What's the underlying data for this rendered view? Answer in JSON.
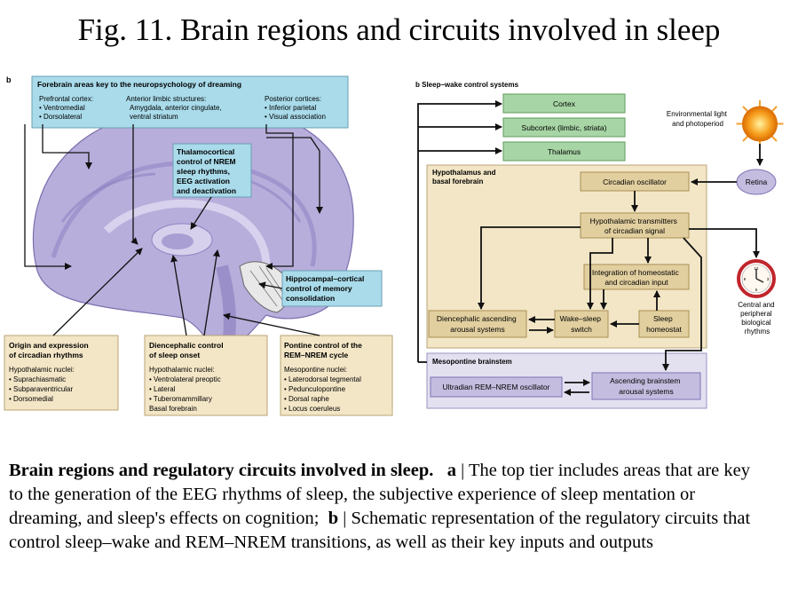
{
  "title": "Fig. 11. Brain regions and circuits involved in sleep",
  "panel_a": {
    "label": "b",
    "header": "Forebrain areas key to the neuropsychology of dreaming",
    "col1": [
      "Prefrontal cortex:",
      "• Ventromedial",
      "• Dorsolateral"
    ],
    "col2": [
      "Anterior limbic structures:",
      "Amygdala, anterior cingulate,",
      "ventral striatum"
    ],
    "col3": [
      "Posterior cortices:",
      "• Inferior parietal",
      "• Visual association"
    ],
    "thalamo": [
      "Thalamocortical",
      "control of NREM",
      "sleep rhythms,",
      "EEG activation",
      "and deactivation"
    ],
    "hippo": [
      "Hippocampal–cortical",
      "control of memory",
      "consolidation"
    ],
    "circadian_title": [
      "Origin and expression",
      "of circadian rhythms"
    ],
    "circadian_body": [
      "Hypothalamic nuclei:",
      "• Suprachiasmatic",
      "• Subparaventricular",
      "• Dorsomedial"
    ],
    "dien_title": [
      "Diencephalic control",
      "of sleep onset"
    ],
    "dien_body": [
      "Hypothalamic nuclei:",
      "• Ventrolateral preoptic",
      "• Lateral",
      "• Tuberomammillary",
      "Basal forebrain"
    ],
    "pontine_title": [
      "Pontine control of the",
      "REM–NREM cycle"
    ],
    "pontine_body": [
      "Mesopontine nuclei:",
      "• Laterodorsal tegmental",
      "• Pedunculopontine",
      "• Dorsal raphe",
      "• Locus coeruleus"
    ]
  },
  "panel_b": {
    "header": "b  Sleep–wake control systems",
    "cortex": "Cortex",
    "subcortex": "Subcortex (limbic, striata)",
    "thalamus": "Thalamus",
    "env": [
      "Environmental light",
      "and photoperiod"
    ],
    "retina": "Retina",
    "hypo_title": [
      "Hypothalamus and",
      "basal forebrain"
    ],
    "circadian_osc": "Circadian oscillator",
    "hypo_trans": [
      "Hypothalamic transmitters",
      "of circadian signal"
    ],
    "integration": [
      "Integration of homeostatic",
      "and circadian input"
    ],
    "dien_asc": [
      "Diencephalic ascending",
      "arousal systems"
    ],
    "switch": [
      "Wake–sleep",
      "switch"
    ],
    "homeostat": [
      "Sleep",
      "homeostat"
    ],
    "peripheral": [
      "Central and",
      "peripheral",
      "biological",
      "rhythms"
    ],
    "clock_numbers": [
      "12",
      "3",
      "6",
      "9"
    ],
    "meso_title": "Mesopontine brainstem",
    "ultradian": "Ultradian REM–NREM oscillator",
    "asc_brainstem": [
      "Ascending brainstem",
      "arousal systems"
    ]
  },
  "caption": {
    "bold": "Brain regions and regulatory circuits involved in sleep.",
    "a_label": "a",
    "a_text": " | The top tier includes areas that are key to the generation of the EEG rhythms of sleep, the subjective experience of sleep mentation or dreaming, and sleep's effects on cognition;",
    "b_label": "b",
    "b_text": " | Schematic representation of the regulatory circuits that control sleep–wake and REM–NREM transitions, as well as their key inputs and outputs"
  },
  "colors": {
    "brain": "#b8aedb",
    "brain_dark": "#8e82c2",
    "cyan_box": "#a9dbea",
    "green_box": "#a7d5a5",
    "tan_panel": "#f3e6c6",
    "lavender_panel": "#e3e0f0",
    "purple_box": "#c5bde0"
  }
}
